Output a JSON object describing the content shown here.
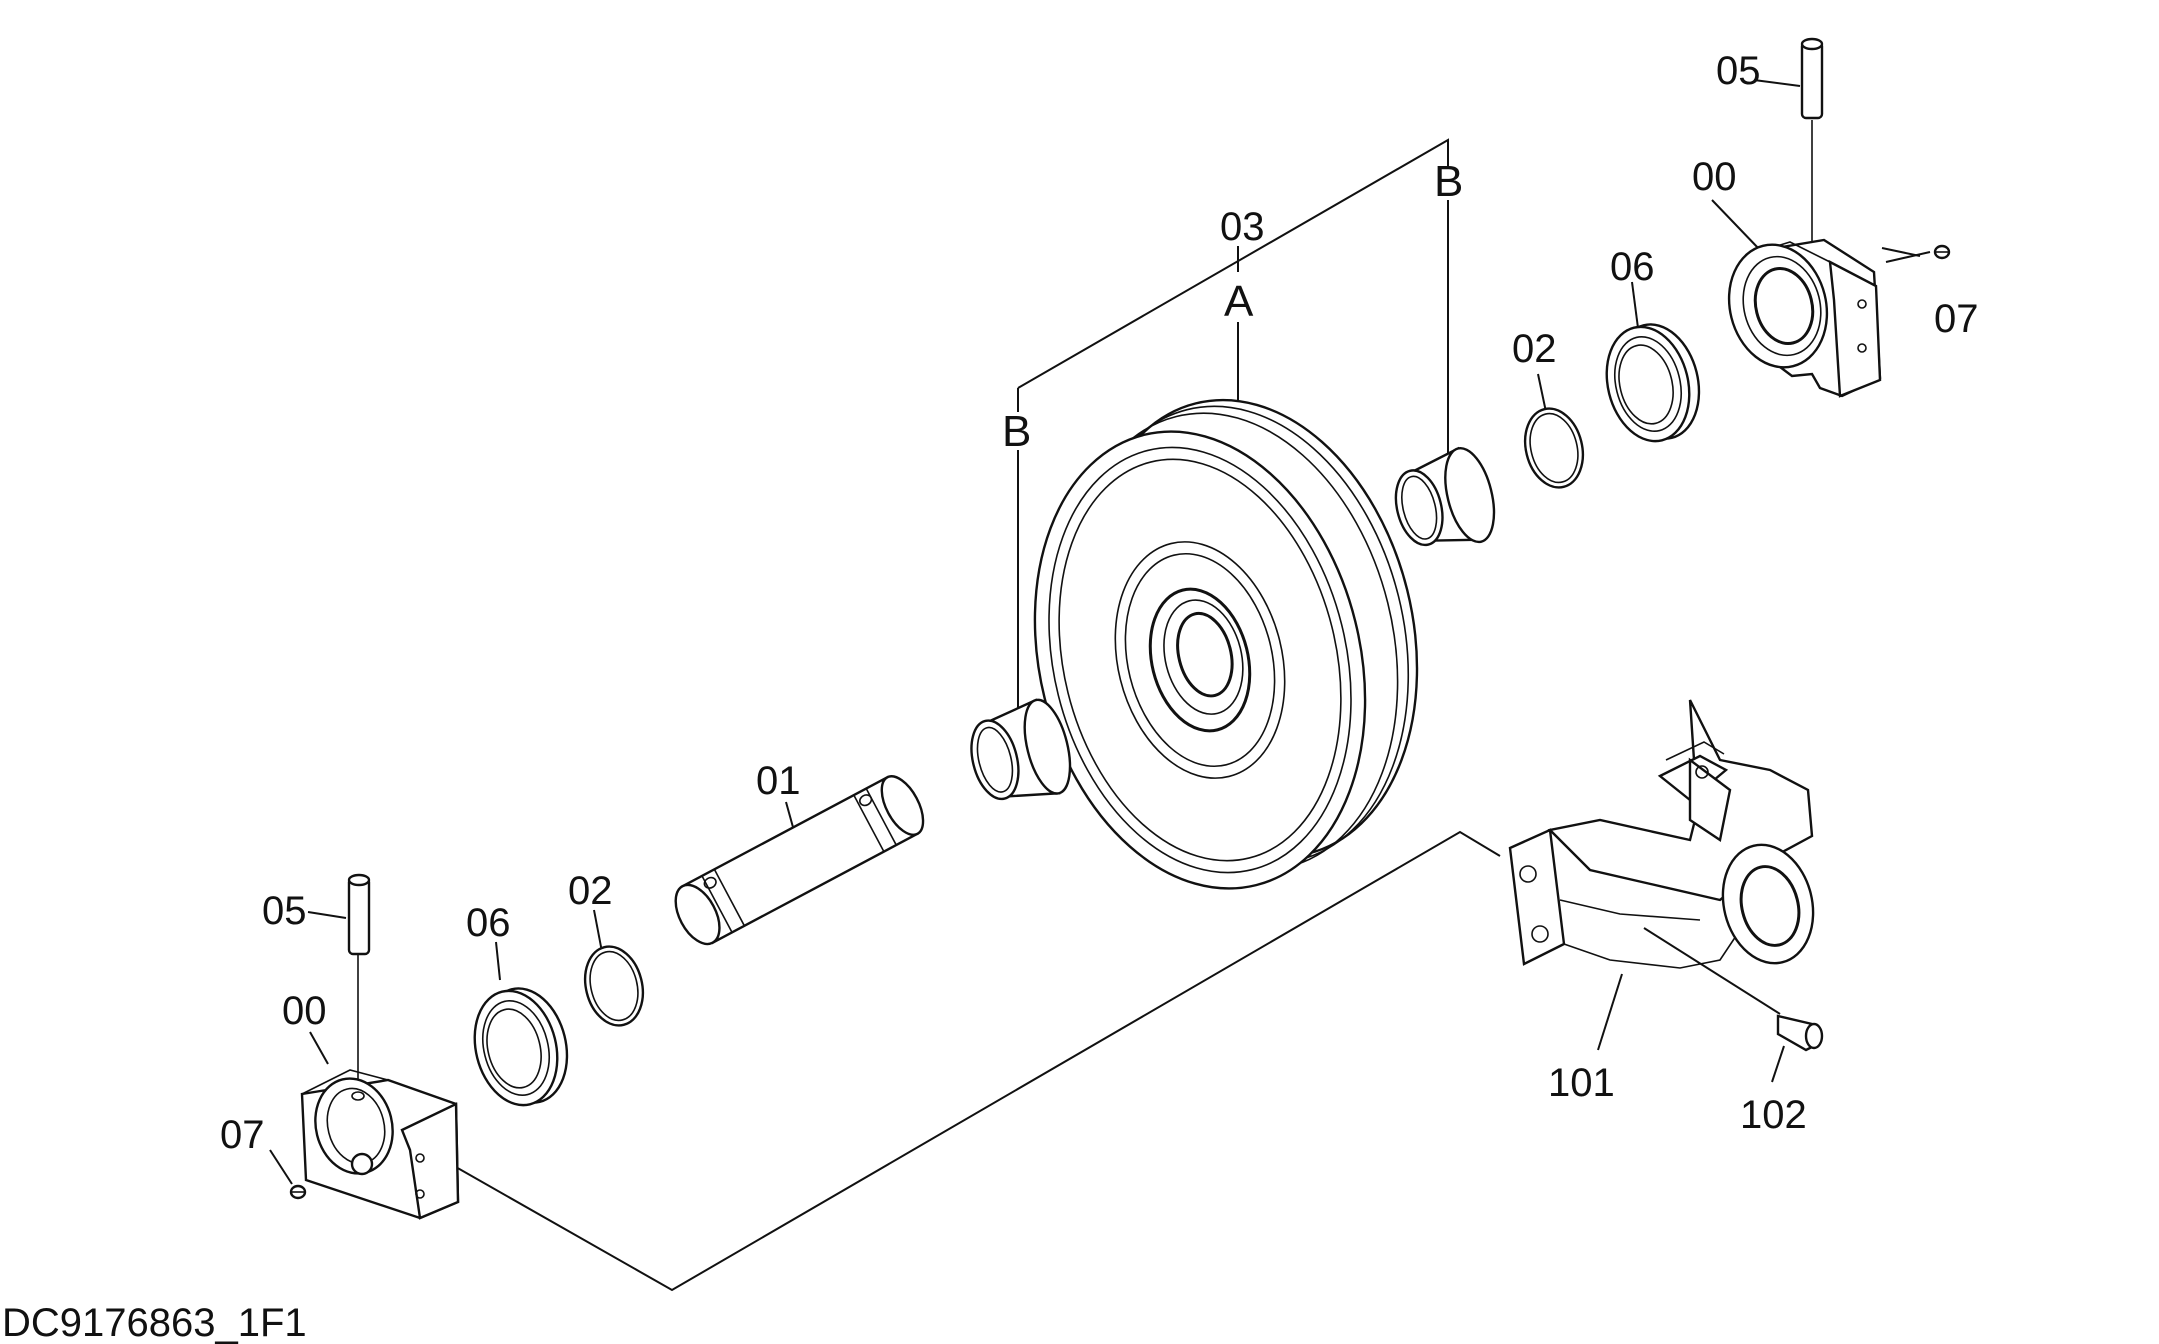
{
  "drawing_id": "DC9176863_1F1",
  "labels": {
    "p05_top": "05",
    "p00_top": "00",
    "p07_top": "07",
    "p06_top": "06",
    "p02_top": "02",
    "p03": "03",
    "letter_a": "A",
    "letter_b_top": "B",
    "letter_b_left": "B",
    "p01": "01",
    "p02_bottom": "02",
    "p06_bottom": "06",
    "p05_bottom": "05",
    "p00_bottom": "00",
    "p07_bottom": "07",
    "p101": "101",
    "p102": "102"
  }
}
